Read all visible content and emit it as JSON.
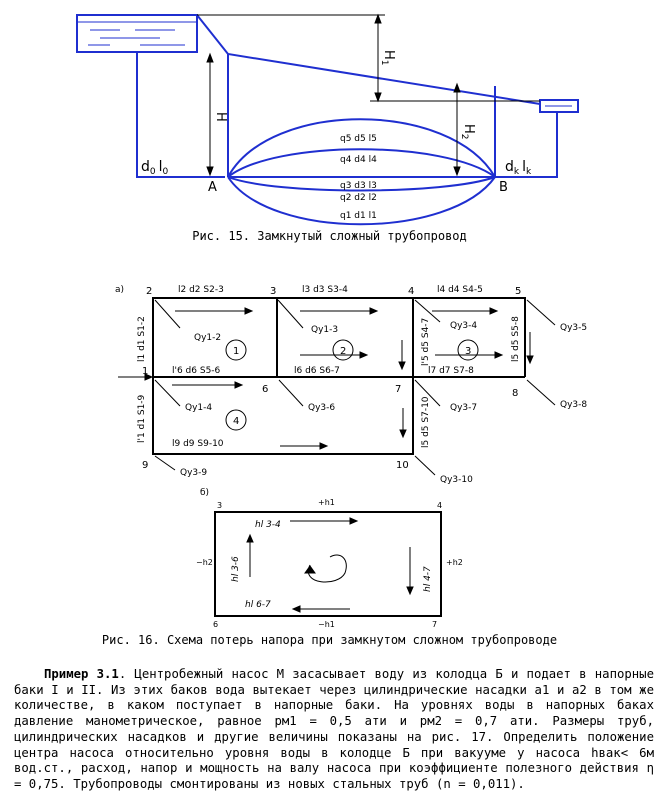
{
  "figure15": {
    "labels": {
      "H": "H",
      "H1": "H",
      "H1_sub": "1",
      "H2": "H",
      "H2_sub": "2",
      "A": "A",
      "B": "B",
      "d0": "d",
      "d0_sub": "0",
      "l0": "l",
      "l0_sub": "0",
      "dk": "d",
      "dk_sub": "k",
      "lk": "l",
      "lk_sub": "k",
      "row5": "q5  d5  l5",
      "row4": "q4  d4  l4",
      "row3": "q3  d3  l3",
      "row2": "q2  d2  l2",
      "row1": "q1  d1  l1"
    },
    "caption": "Рис. 15. Замкнутый сложный трубопровод"
  },
  "figure16": {
    "a_label": "а)",
    "b_label": "б)",
    "nodes": [
      "1",
      "2",
      "3",
      "4",
      "5",
      "6",
      "7",
      "8",
      "9",
      "10"
    ],
    "top_labels": [
      "l2 d2 S2-3",
      "l3 d3 S3-4",
      "l4 d4 S4-5"
    ],
    "mid_labels": [
      "l'6 d6 S5-6",
      "l6 d6 S6-7",
      "l7 d7 S7-8"
    ],
    "bottom_label": "l9 d9 S9-10",
    "vertical_labels": [
      "l1 d1 S1-2",
      "l'1 d1 S1-9",
      "l'5 d5 S4-7",
      "l5 d5 S5-8",
      "l5 d5 S7-10"
    ],
    "flows": [
      "Qу1-2",
      "Qу1-3",
      "Qу3-4",
      "Qу3-5",
      "Qу1-4",
      "Qу3-6",
      "Qу3-7",
      "Qу3-8",
      "Qу3-9",
      "Qу3-10"
    ],
    "loops": [
      "1",
      "2",
      "3",
      "4"
    ],
    "b_nodes": [
      "3",
      "4",
      "6",
      "7"
    ],
    "b_labels": {
      "top_h": "+h1",
      "bottom_h": "−h1",
      "left_h": "−h2",
      "right_h": "+h2",
      "h_top": "hl 3-4",
      "h_left": "hl 3-6",
      "h_right": "hl 4-7",
      "h_bottom": "hl 6-7"
    },
    "caption": "Рис. 16. Схема потерь напора при замкнутом сложном трубопроводе"
  },
  "example": {
    "lead": "Пример 3.1",
    "text": ". Центробежный насос М засасывает воду из колодца Б и подает в напорные баки I и II. Из этих баков вода вытекает через цилиндрические насадки a1 и a2 в том же количестве, в каком поступает в напорные баки. На уровнях воды в напорных баках давление манометрическое, равное pм1 = 0,5 ати и pм2 = 0,7 ати. Размеры труб, цилиндрических насадков и другие величины показаны на рис. 17. Определить положение центра насоса относительно уровня воды в колодце Б при вакууме у насоса hвак< 6м вод.ст., расход, напор и мощность на валу насоса при коэффициенте полезного действия η = 0,75. Трубопроводы смонтированы из новых стальных труб (n = 0,011)."
  }
}
